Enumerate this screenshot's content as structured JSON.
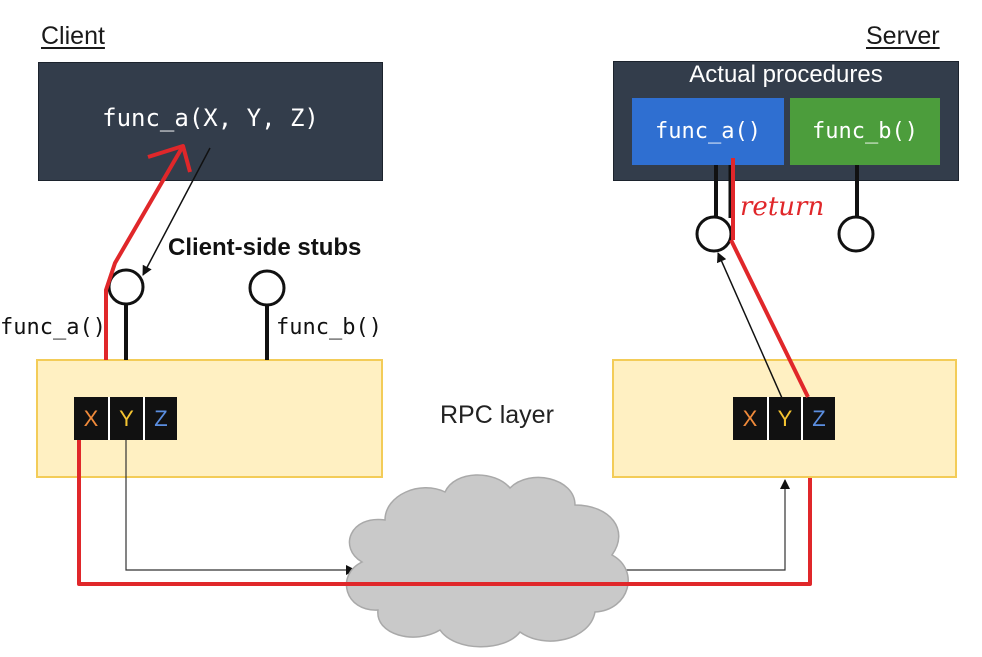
{
  "client": {
    "heading": "Client",
    "call": "func_a(X, Y, Z)",
    "stubs_label": "Client-side stubs",
    "stub_a": "func_a()",
    "stub_b": "func_b()"
  },
  "server": {
    "heading": "Server",
    "procedures_title": "Actual procedures",
    "proc_a": "func_a()",
    "proc_b": "func_b()",
    "return_note": "return"
  },
  "rpc_layer_label": "RPC layer",
  "params": [
    "X",
    "Y",
    "Z"
  ],
  "colors": {
    "dark_box": "#333d4b",
    "proc_a": "#2f6fd1",
    "proc_b": "#4c9d3c",
    "rpc_fill": "#fff0c2",
    "rpc_border": "#f3cc58",
    "annotation_red": "#e0272a",
    "cloud": "#c9c9c9"
  }
}
